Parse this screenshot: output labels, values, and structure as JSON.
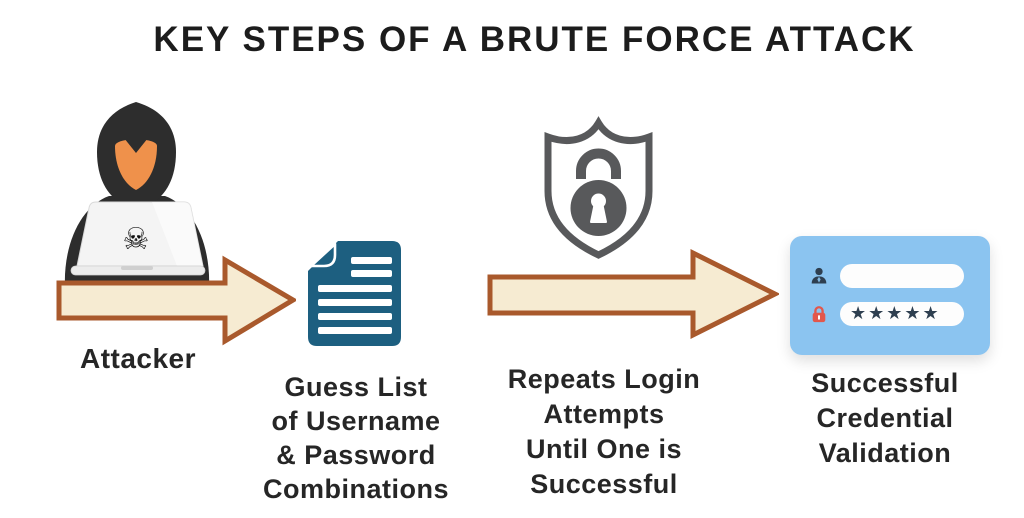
{
  "title": "KEY STEPS OF A BRUTE FORCE ATTACK",
  "steps": [
    {
      "name": "attacker",
      "icon": "hacker-at-laptop-icon",
      "lines": [
        "Attacker"
      ]
    },
    {
      "name": "guess-list",
      "icon": "document-list-icon",
      "lines": [
        "Guess List",
        "of Username",
        "& Password",
        "Combinations"
      ]
    },
    {
      "name": "repeat-attempts",
      "icon": "shield-lock-icon",
      "lines": [
        "Repeats Login",
        "Attempts",
        "Until One is",
        "Successful"
      ]
    },
    {
      "name": "credential-validation",
      "icon": "login-form-card",
      "lines": [
        "Successful",
        "Credential",
        "Validation"
      ]
    }
  ],
  "login_card": {
    "username_value": "",
    "password_mask": "★★★★★"
  },
  "icons": {
    "laptop_badge": "skull-and-crossbones-icon",
    "username_row": "user-icon",
    "password_row": "lock-icon"
  },
  "colors": {
    "arrow_fill": "#F6EBD2",
    "arrow_border": "#A9592C",
    "document": "#1D5F80",
    "shield": "#58595B",
    "card_bg": "#8BC4F0",
    "lock_red": "#E2574C",
    "user_navy": "#2E3F50",
    "text": "#262626",
    "hood": "#2D2D2D",
    "face": "#EF914B"
  }
}
